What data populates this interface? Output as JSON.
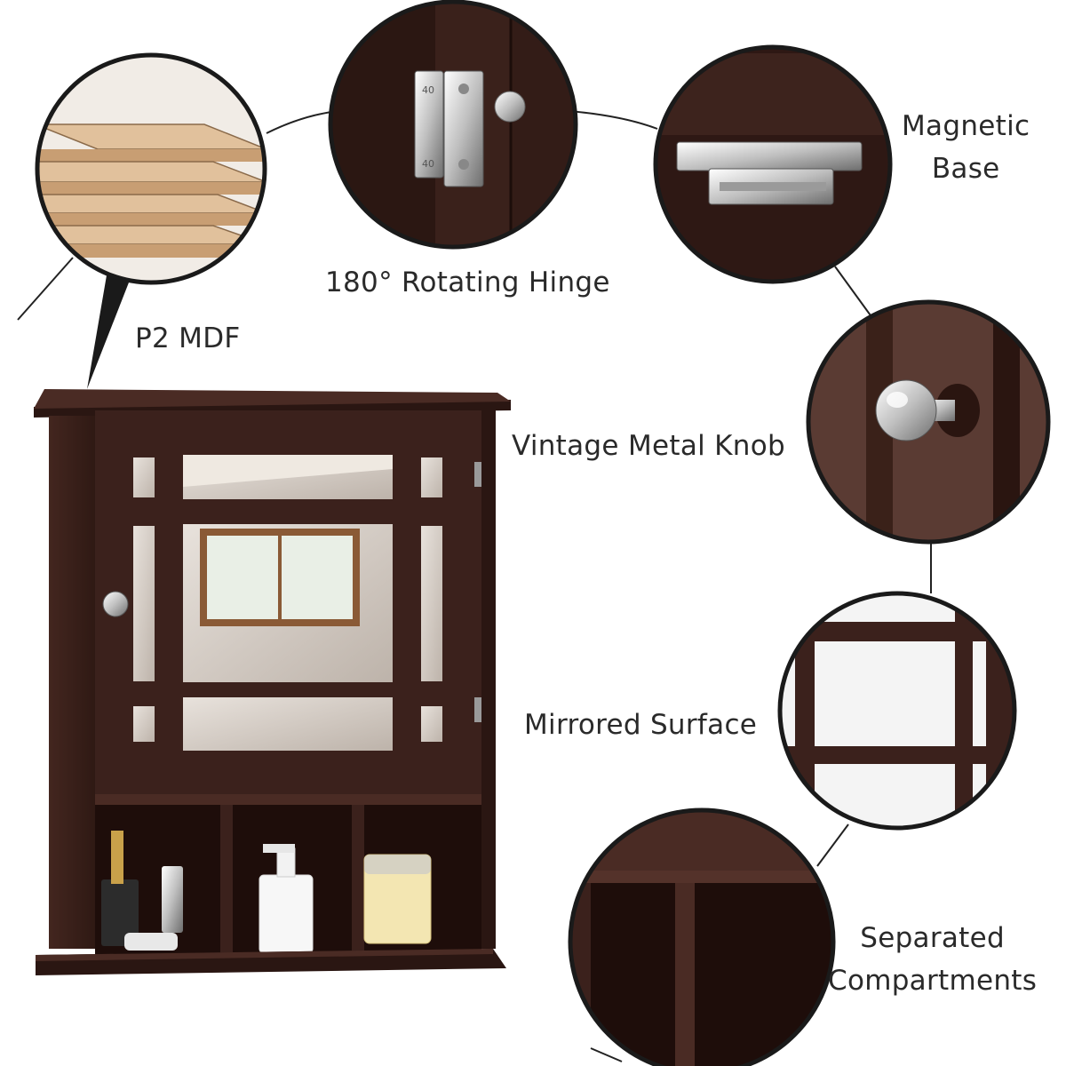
{
  "labels": {
    "mdf": "P2 MDF",
    "hinge": "180° Rotating Hinge",
    "magnetic_line1": "Magnetic",
    "magnetic_line2": "Base",
    "knob": "Vintage Metal Knob",
    "mirror": "Mirrored Surface",
    "compartments_line1": "Separated",
    "compartments_line2": "Compartments"
  },
  "hinge_stamp": "40",
  "colors": {
    "cabinet": "#3b211c",
    "cabinet_dark": "#24120f",
    "mdf": "#d8b48c",
    "mirror": "#cfc6bf",
    "chrome": "#d9d9d9",
    "text": "#2a2a2a"
  }
}
